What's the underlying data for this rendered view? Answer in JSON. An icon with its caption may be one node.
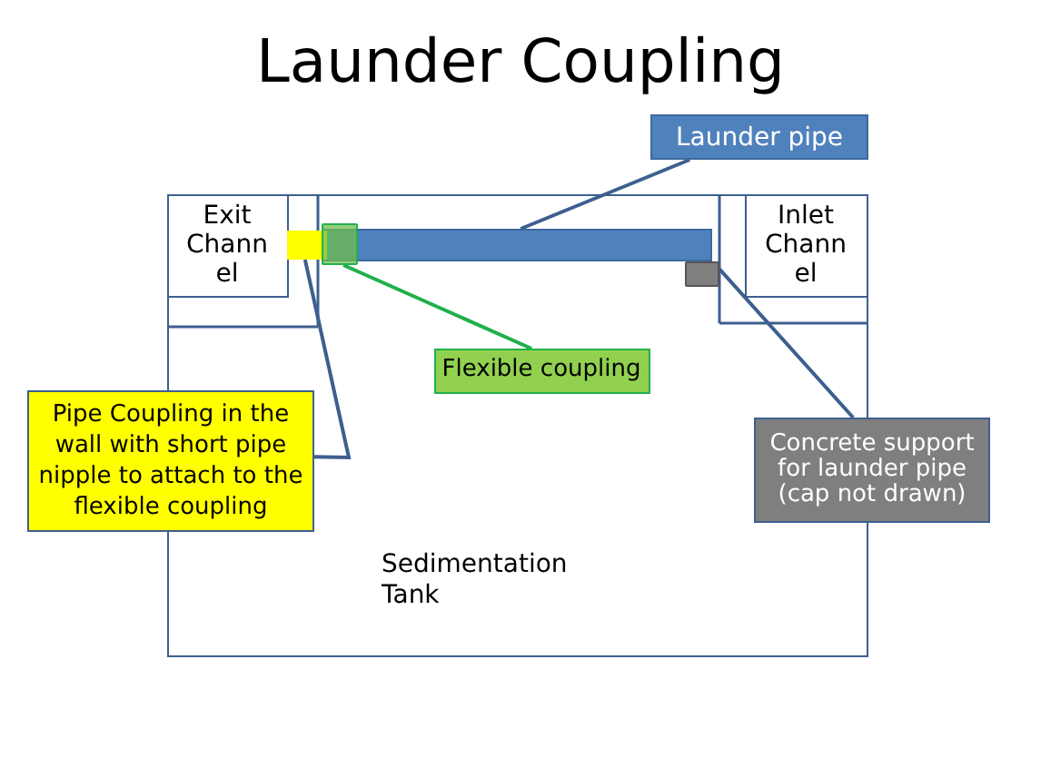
{
  "diagram": {
    "title": "Launder Coupling",
    "nodes": [
      {
        "text": [
          "Sedimentation Tank"
        ]
      },
      {
        "text": [
          "Exit Chann el"
        ],
        "in": 0
      },
      {
        "text": [
          "Inlet Chann el"
        ],
        "in": 0
      },
      {
        "text": [],
        "shape": "bar",
        "in": 0
      },
      {
        "text": [],
        "shape": "bar",
        "in": 0
      },
      {
        "text": [],
        "shape": "box",
        "in": 0
      },
      {
        "text": [],
        "shape": "box",
        "in": 0
      },
      {
        "text": [
          "Launder pipe"
        ]
      },
      {
        "text": [
          "Flexible coupling"
        ],
        "in": 0
      },
      {
        "text": [
          "Pipe Coupling in the wall with short pipe nipple to attach to the flexible coupling"
        ]
      },
      {
        "text": [
          "Concrete support for launder pipe (cap not drawn)"
        ]
      }
    ],
    "edges": [
      {
        "from": 7,
        "to": 3,
        "arrow": "none"
      },
      {
        "from": 8,
        "to": 5,
        "arrow": "none",
        "color": "#1fb04a"
      },
      {
        "from": 9,
        "to": 4,
        "arrow": "none"
      },
      {
        "from": 10,
        "to": 6,
        "arrow": "none"
      }
    ]
  }
}
